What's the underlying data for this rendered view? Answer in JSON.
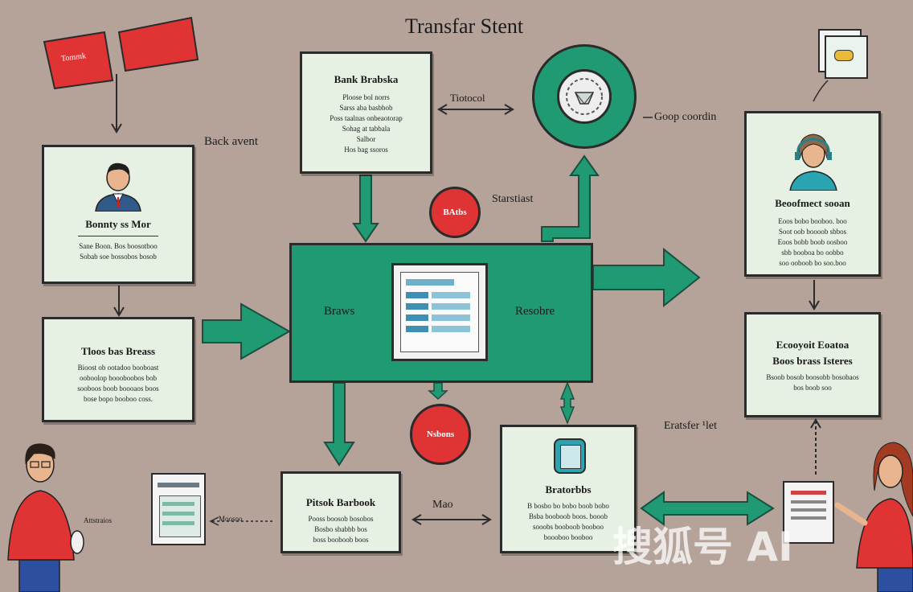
{
  "title": "Transfar Stent",
  "banner": {
    "label": "Tommk"
  },
  "labels": {
    "back_event": "Back avent",
    "protocol": "Tiotocol",
    "group_coordination": "Goop coordin",
    "status_check": "Starstiast",
    "entry_transfer": "Eratsfer ¹let",
    "mode": "Mao",
    "left_caption": "Attstraios",
    "left_arrow_caption": "Moosoo"
  },
  "cards": {
    "top_center": {
      "title": "Bank Brabska",
      "lines": [
        "Ploose bol norrs",
        "Sarss aba basbbob",
        "Poss taalnas onbeaotorap",
        "Sohag at tabbala",
        "Salbor",
        "Hos bag ssoros"
      ]
    },
    "left_person": {
      "title": "Bonnty ss Mor",
      "lines": [
        "Sane Boon. Bos boosotboo",
        "Sobab soe bossobos bosob"
      ]
    },
    "left_text": {
      "title": "Tloos bas Breass",
      "lines": [
        "Bioost ob ootadoo booboast",
        "ooboolop boooboobos bob",
        "sooboos boob boooaos boos",
        "bose bopo booboo coss."
      ]
    },
    "right_person": {
      "title": "Beoofmect sooan",
      "lines": [
        "Eoos bobo booboo. boo",
        "Soot oob boooob sbbos",
        "Eoos bobb boob oosboo",
        "sbb booboa bo oobbo",
        "soo ooboob bo soo.boo"
      ]
    },
    "right_text": {
      "title": "Ecooyoit Eoatoa",
      "subtitle": "Boos brass Isteres",
      "lines": [
        "Bsoob bosob boosobb bosobaos",
        "bos boob soo"
      ]
    },
    "bottom_center": {
      "title": "Pitsok Barbook",
      "lines": [
        "Pooss boosob bosobos",
        "Bosbo sbabbb bos",
        "boss booboob boos"
      ]
    },
    "bottom_right": {
      "title": "Bratorbbs",
      "lines": [
        "B bosbo bo bobo boob bobo",
        "Bsba booboob boos. booob",
        "sooobs booboob booboo",
        "boooboo booboo"
      ]
    }
  },
  "center_box": {
    "left": "Braws",
    "right": "Resobre"
  },
  "circles": {
    "top": "BAtbs",
    "bottom": "Nsbons"
  },
  "watermark": "搜狐号 AI"
}
